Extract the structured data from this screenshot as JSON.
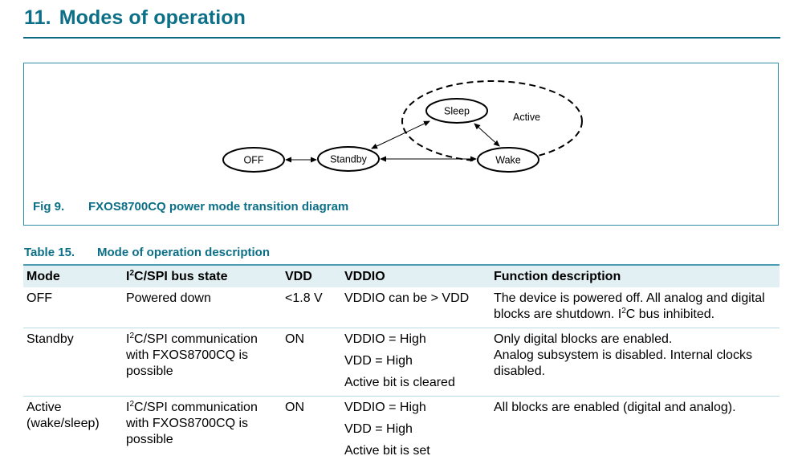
{
  "section": {
    "number": "11.",
    "title": "Modes of operation"
  },
  "figure": {
    "label": "Fig 9.",
    "caption": "FXOS8700CQ power mode transition diagram",
    "nodes": {
      "off": "OFF",
      "standby": "Standby",
      "sleep": "Sleep",
      "wake": "Wake"
    },
    "group_label": "Active",
    "transitions": [
      {
        "from": "OFF",
        "to": "Standby",
        "bidirectional": true
      },
      {
        "from": "Standby",
        "to": "Sleep",
        "bidirectional": true
      },
      {
        "from": "Standby",
        "to": "Wake",
        "bidirectional": true
      },
      {
        "from": "Sleep",
        "to": "Wake",
        "bidirectional": true
      }
    ]
  },
  "table": {
    "label": "Table 15.",
    "caption": "Mode of operation description",
    "headers": {
      "mode": "Mode",
      "bus_prefix": "I",
      "bus_sup": "2",
      "bus_suffix": "C/SPI bus state",
      "vdd": "VDD",
      "vddio": "VDDIO",
      "function": "Function description"
    },
    "rows": [
      {
        "mode": "OFF",
        "bus": {
          "plain": "Powered down"
        },
        "vdd": "<1.8 V",
        "vddio": [
          "VDDIO can be > VDD"
        ],
        "function": {
          "line1": "The device is powered off. All analog and digital blocks are shutdown. I",
          "sup": "2",
          "line2": "C bus inhibited."
        }
      },
      {
        "mode": "Standby",
        "bus": {
          "prefix": "I",
          "sup": "2",
          "suffix": "C/SPI communication with FXOS8700CQ is possible"
        },
        "vdd": "ON",
        "vddio": [
          "VDDIO = High",
          "VDD = High",
          "Active bit is cleared"
        ],
        "function": {
          "line1": "Only digital blocks are enabled.",
          "line2": "Analog subsystem is disabled. Internal clocks disabled."
        }
      },
      {
        "mode": "Active (wake/sleep)",
        "bus": {
          "prefix": "I",
          "sup": "2",
          "suffix": "C/SPI communication with FXOS8700CQ is possible"
        },
        "vdd": "ON",
        "vddio": [
          "VDDIO = High",
          "VDD = High",
          "Active bit is set"
        ],
        "function": {
          "line1": "All blocks are enabled (digital and analog)."
        }
      }
    ]
  },
  "colors": {
    "heading": "#0b6f87",
    "rule": "#0e6a82",
    "header_bg": "#e3f0f3",
    "row_border": "#b8dbe4"
  }
}
